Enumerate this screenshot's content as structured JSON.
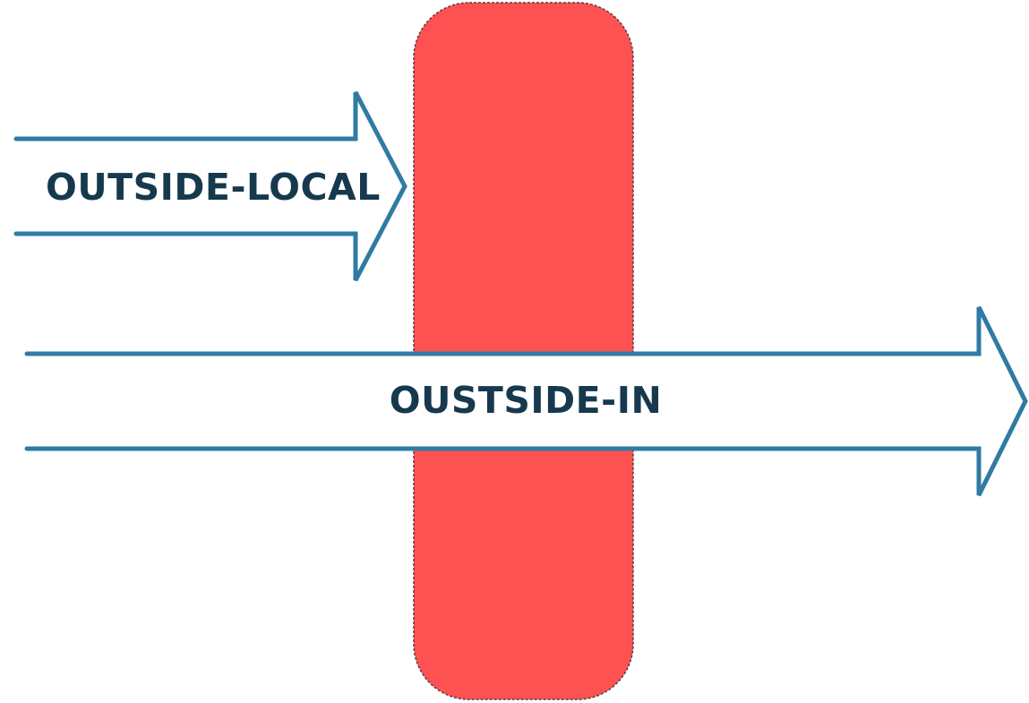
{
  "colors": {
    "background": "#ffffff",
    "barrier_fill": "#fe5151",
    "barrier_border": "#5b3a44",
    "arrow_stroke": "#2f7ba3",
    "arrow_fill": "#ffffff",
    "label_text": "#16394d"
  },
  "arrows": [
    {
      "id": "outside-local",
      "label": "OUTSIDE-LOCAL"
    },
    {
      "id": "outside-in",
      "label": "OUSTSIDE-IN"
    }
  ]
}
